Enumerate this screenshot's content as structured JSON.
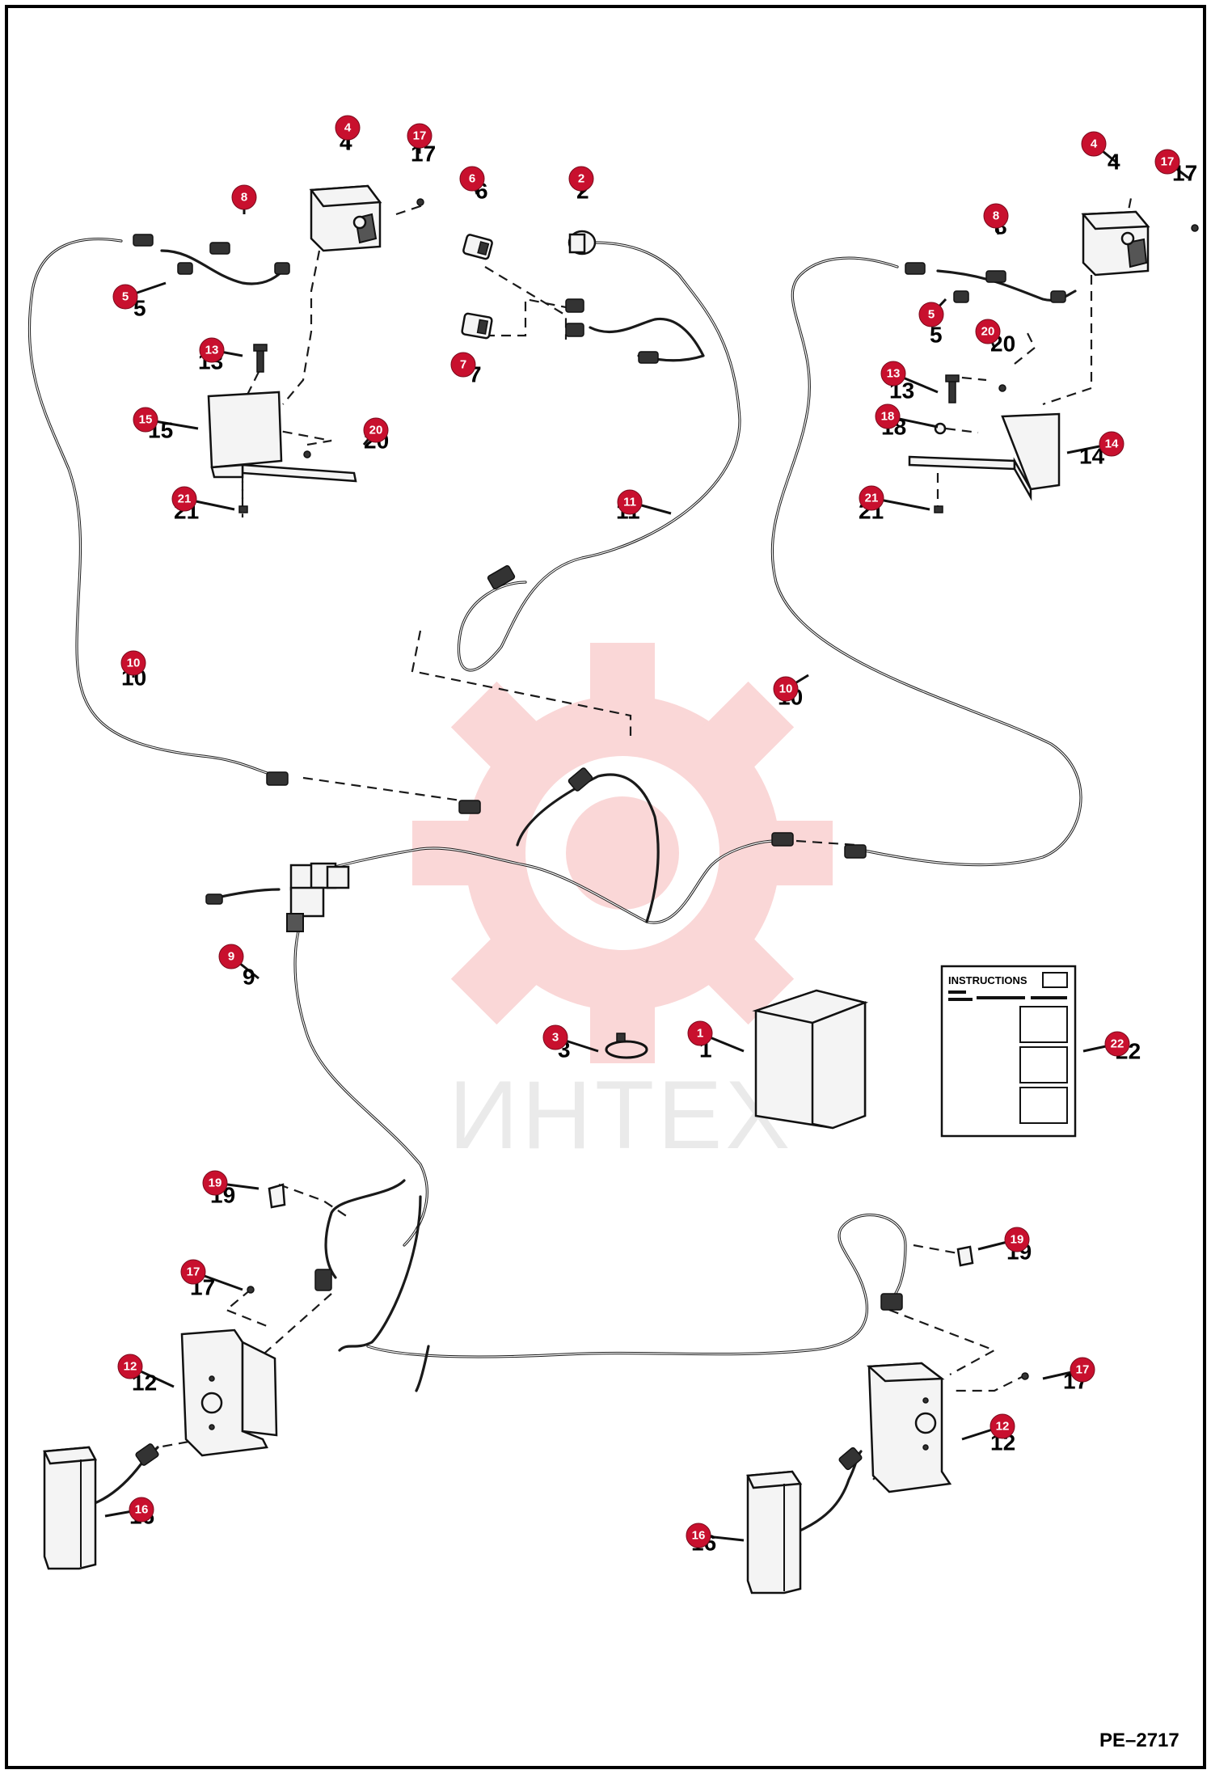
{
  "diagram": {
    "drawing_code": "PE–2717",
    "watermark_text": "ИНТЕХ",
    "instruction_sheet_title": "INSTRUCTIONS",
    "callouts": [
      {
        "id": "4",
        "label": "4",
        "number": "4"
      },
      {
        "id": "17",
        "label": "17",
        "number": "17"
      },
      {
        "id": "8",
        "label": "8",
        "number": ""
      },
      {
        "id": "5",
        "label": "5",
        "number": "5"
      },
      {
        "id": "13",
        "label": "13",
        "number": "13"
      },
      {
        "id": "15",
        "label": "15",
        "number": "15"
      },
      {
        "id": "20",
        "label": "20",
        "number": "20"
      },
      {
        "id": "21",
        "label": "21",
        "number": "21"
      },
      {
        "id": "6",
        "label": "6",
        "number": "6"
      },
      {
        "id": "2",
        "label": "2",
        "number": "2"
      },
      {
        "id": "7",
        "label": "7",
        "number": "7"
      },
      {
        "id": "11",
        "label": "11",
        "number": "11"
      },
      {
        "id": "10",
        "label": "10",
        "number": "10"
      },
      {
        "id": "4",
        "label": "4",
        "number": "4"
      },
      {
        "id": "17",
        "label": "17",
        "number": "17"
      },
      {
        "id": "8",
        "label": "8",
        "number": "8"
      },
      {
        "id": "5",
        "label": "5",
        "number": "5"
      },
      {
        "id": "20",
        "label": "20",
        "number": "20"
      },
      {
        "id": "13",
        "label": "13",
        "number": "13"
      },
      {
        "id": "18",
        "label": "18",
        "number": "18"
      },
      {
        "id": "14",
        "label": "14",
        "number": "14"
      },
      {
        "id": "21",
        "label": "21",
        "number": "21"
      },
      {
        "id": "10",
        "label": "10",
        "number": "10"
      },
      {
        "id": "9",
        "label": "9",
        "number": "9"
      },
      {
        "id": "3",
        "label": "3",
        "number": "3"
      },
      {
        "id": "1",
        "label": "1",
        "number": "1"
      },
      {
        "id": "22",
        "label": "22",
        "number": "22"
      },
      {
        "id": "19",
        "label": "19",
        "number": "19"
      },
      {
        "id": "17",
        "label": "17",
        "number": "17"
      },
      {
        "id": "12",
        "label": "12",
        "number": "12"
      },
      {
        "id": "16",
        "label": "16",
        "number": "16"
      },
      {
        "id": "19",
        "label": "19",
        "number": "19"
      },
      {
        "id": "17",
        "label": "17",
        "number": "17"
      },
      {
        "id": "12",
        "label": "12",
        "number": "12"
      },
      {
        "id": "16",
        "label": "16",
        "number": "16"
      }
    ]
  }
}
